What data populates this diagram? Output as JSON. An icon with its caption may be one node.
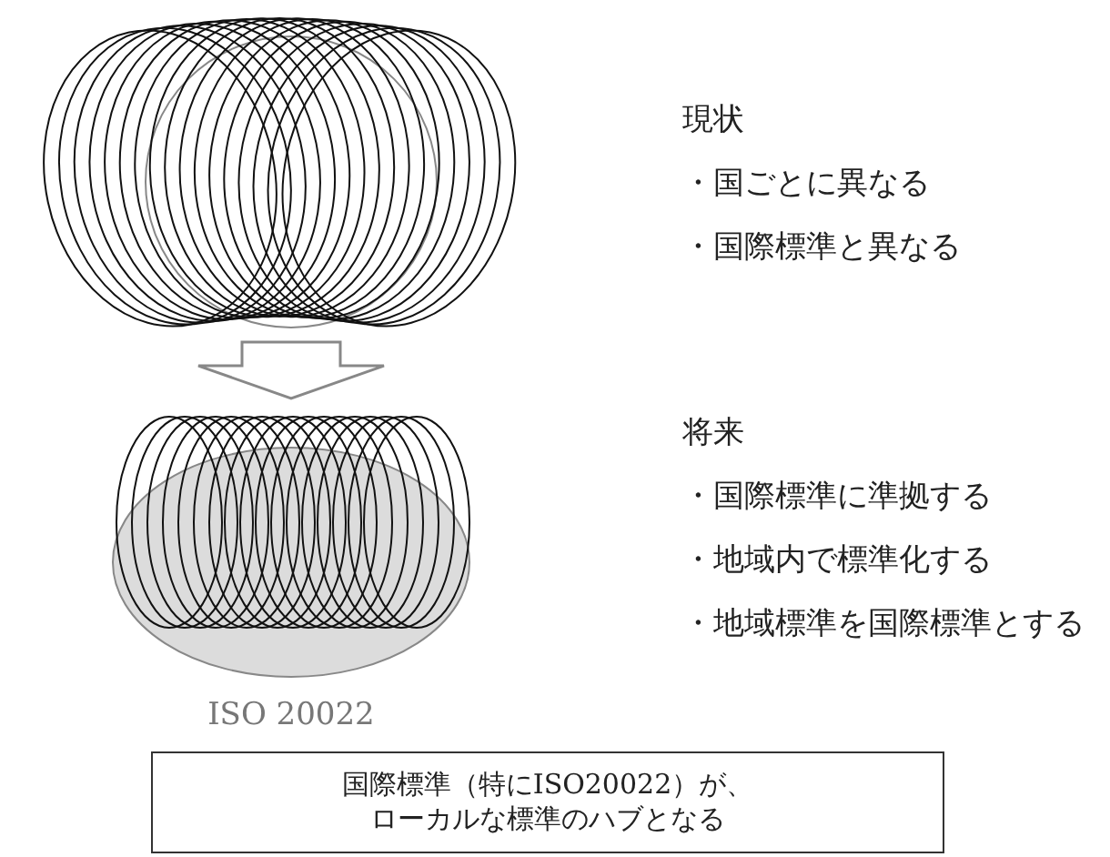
{
  "diagram": {
    "nodes": [
      {
        "text": [],
        "shape": "circle"
      },
      {
        "text": [],
        "shape": "circle",
        "beside": [
          "ISO 20022"
        ]
      },
      {
        "text": [
          "国際標準（特にISO20022）が、ローカルな標準のハブとなる"
        ]
      }
    ],
    "edges": [
      {
        "from": 0,
        "to": 1,
        "arrow": "to"
      }
    ],
    "labels": [
      "現状",
      "・国ごとに異なる",
      "・国際標準と異なる",
      "将来",
      "・国際標準に準拠する",
      "・地域内で標準化する",
      "・地域標準を国際標準とする"
    ]
  }
}
